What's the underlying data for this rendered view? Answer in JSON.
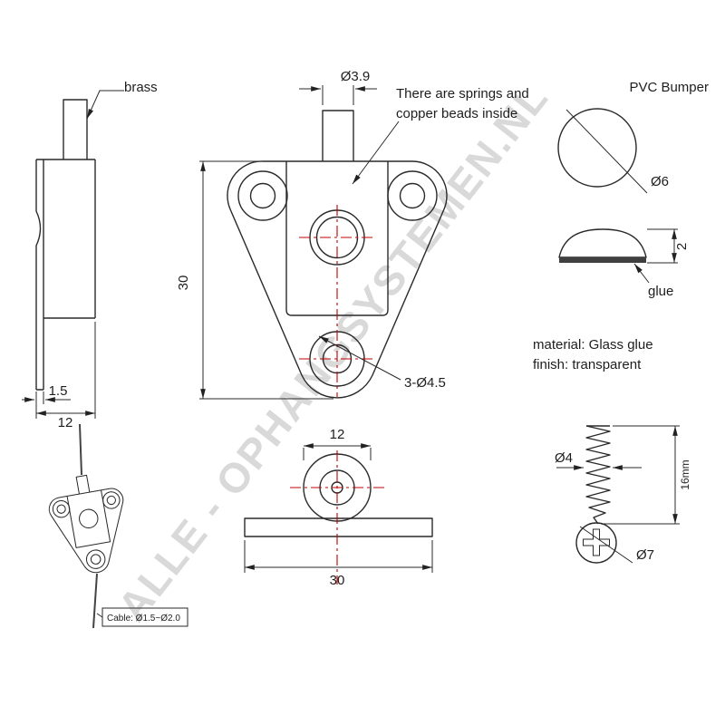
{
  "watermark": "ALLE - OPHANGSYSTEMEN.NL",
  "colors": {
    "line": "#2a2a2a",
    "centerline": "#c00000",
    "watermark": "#d9d9d9",
    "text": "#1e1e1e"
  },
  "side_view": {
    "label_brass": "brass",
    "dim_thickness": "1.5",
    "dim_depth": "12"
  },
  "front_view": {
    "dim_stem": "Ø3.9",
    "note_line1": "There are springs and",
    "note_line2": "copper beads inside",
    "dim_height": "30",
    "label_holes": "3-Ø4.5"
  },
  "bottom_view": {
    "dim_boss": "12",
    "dim_width": "30"
  },
  "perspective_view": {
    "label_cable": "Cable: Ø1.5~Ø2.0"
  },
  "bumper": {
    "title": "PVC Bumper",
    "dim_diameter": "Ø6",
    "dim_height": "2",
    "label_glue": "glue",
    "material": "material: Glass glue",
    "finish": "finish: transparent"
  },
  "screw": {
    "dim_diameter": "Ø4",
    "dim_length": "16mm",
    "dim_head": "Ø7"
  }
}
